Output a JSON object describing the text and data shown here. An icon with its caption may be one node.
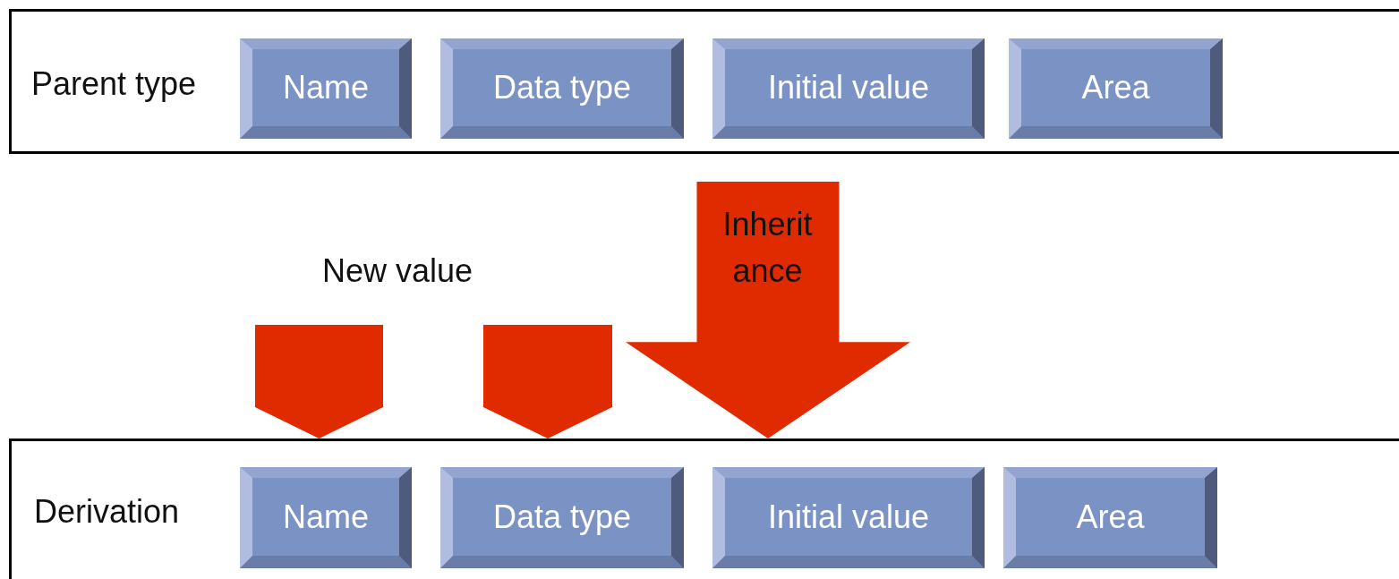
{
  "diagram": {
    "nodes": [
      {
        "text": [
          "Parent type"
        ]
      },
      {
        "text": [
          "Name"
        ],
        "in": 0
      },
      {
        "text": [
          "Data type"
        ],
        "in": 0
      },
      {
        "text": [
          "Initial value"
        ],
        "in": 0
      },
      {
        "text": [
          "Area"
        ],
        "in": 0
      },
      {
        "text": [
          "Derivation"
        ]
      },
      {
        "text": [
          "Name"
        ],
        "in": 5
      },
      {
        "text": [
          "Data type"
        ],
        "in": 5
      },
      {
        "text": [
          "Initial value"
        ],
        "in": 5
      },
      {
        "text": [
          "Area"
        ],
        "in": 5
      }
    ],
    "edges": [
      {
        "from": null,
        "to": 5,
        "arrow": "to"
      },
      {
        "from": null,
        "to": 5,
        "arrow": "to"
      },
      {
        "from": null,
        "to": 5,
        "arrow": "to",
        "label": "Inherit ance"
      }
    ],
    "labels": [
      "New value"
    ]
  }
}
